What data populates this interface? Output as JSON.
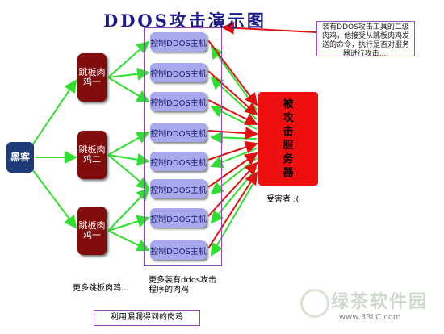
{
  "title": "DDOS攻击演示图",
  "hacker": {
    "label": "黑客"
  },
  "jump_hosts": [
    "跳板肉鸡一",
    "跳板肉鸡二",
    "跳板肉鸡一"
  ],
  "control_hosts": [
    "控制DDOS主机",
    "控制DDOS主机",
    "控制DDOS主机",
    "控制DDOS主机",
    "控制DDOS主机",
    "控制DDOS主机",
    "控制DDOS主机",
    "控制DDOS主机"
  ],
  "victim": {
    "label": "被攻击服务器",
    "caption": "受害者 :("
  },
  "note": "装有DDOS攻击工具的二级肉鸡，他接受从跳板肉鸡发送的命令，执行是否对服务器进行攻击....",
  "labels": {
    "more_jump": "更多跳板肉鸡...",
    "more_ctrl": "更多装有ddos攻击程序的肉鸡",
    "bottom": "利用漏洞得到的肉鸡"
  },
  "watermark": {
    "text": "绿茶软件园",
    "url": "www.33LC.com"
  },
  "colors": {
    "arrow_green": "#2ee02e",
    "arrow_red": "#e01010",
    "control": "#a8a8ec",
    "jump": "#800c0c",
    "hacker": "#1e3a78",
    "victim": "#ee1010"
  }
}
